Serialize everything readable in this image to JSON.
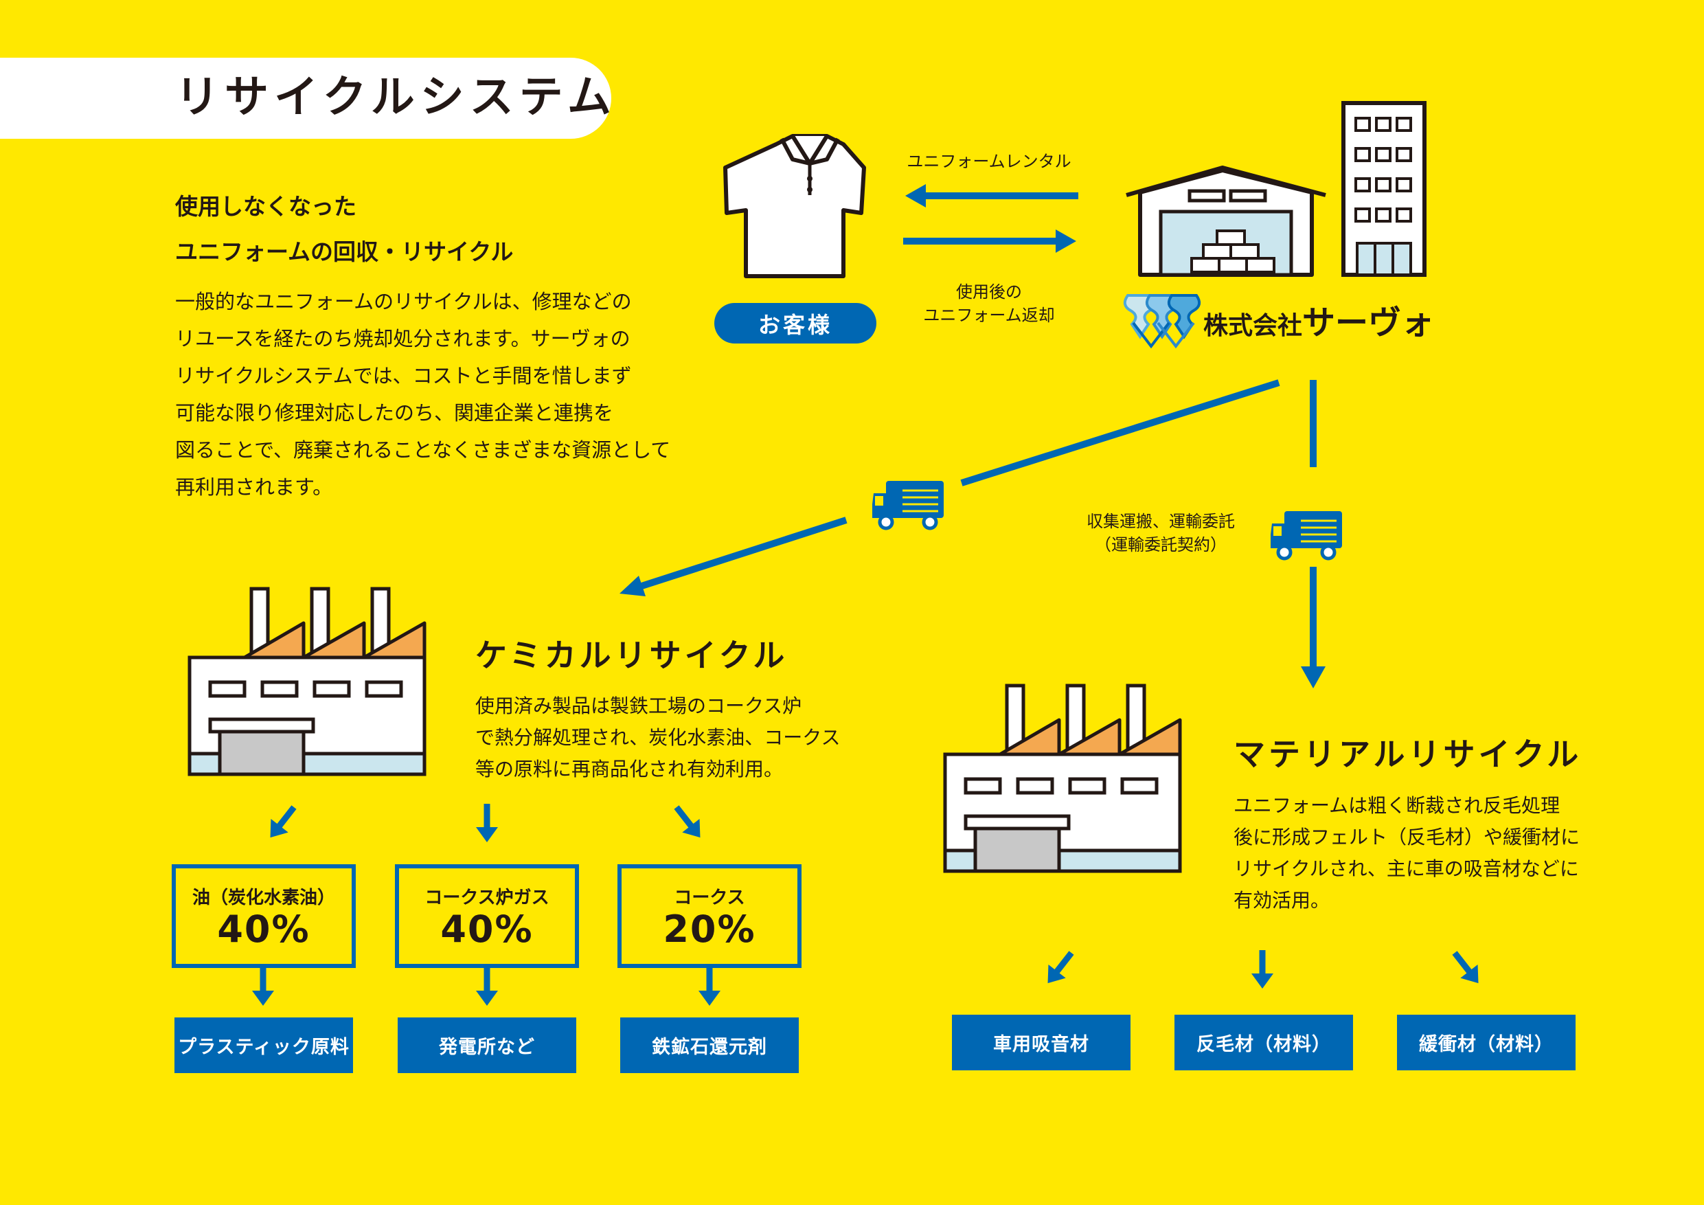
{
  "title": "リサイクルシステム",
  "lead": {
    "line1": "使用しなくなった",
    "line2": "ユニフォームの回収・リサイクル"
  },
  "body": [
    "一般的なユニフォームのリサイクルは、修理などの",
    "リユースを経たのち焼却処分されます。サーヴォの",
    "リサイクルシステムでは、コストと手間を惜しまず",
    "可能な限り修理対応したのち、関連企業と連携を",
    "図ることで、廃棄されることなくさまざまな資源として",
    "再利用されます。"
  ],
  "customer_label": "お客様",
  "flow": {
    "rental": "ユニフォームレンタル",
    "return_line1": "使用後の",
    "return_line2": "ユニフォーム返却",
    "transport_line1": "収集運搬、運輸委託",
    "transport_line2": "（運輸委託契約）"
  },
  "company": {
    "prefix": "株式会社",
    "name": "サーヴォ"
  },
  "chemical": {
    "title": "ケミカルリサイクル",
    "desc": [
      "使用済み製品は製鉄工場のコークス炉",
      "で熱分解処理され、炭化水素油、コークス",
      "等の原料に再商品化され有効利用。"
    ],
    "outputs": [
      {
        "label": "油（炭化水素油）",
        "value": "40%",
        "use": "プラスティック原料"
      },
      {
        "label": "コークス炉ガス",
        "value": "40%",
        "use": "発電所など"
      },
      {
        "label": "コークス",
        "value": "20%",
        "use": "鉄鉱石還元剤"
      }
    ]
  },
  "material": {
    "title": "マテリアルリサイクル",
    "desc": [
      "ユニフォームは粗く断裁され反毛処理",
      "後に形成フェルト（反毛材）や緩衝材に",
      "リサイクルされ、主に車の吸音材などに",
      "有効活用。"
    ],
    "uses": [
      "車用吸音材",
      "反毛材（材料）",
      "緩衝材（材料）"
    ]
  },
  "colors": {
    "background": "#FFE800",
    "accent_blue": "#0067B3",
    "roof_orange": "#F4A850",
    "glass_blue": "#CBE6EE"
  },
  "icons": [
    "polo-shirt-icon",
    "warehouse-icon",
    "office-building-icon",
    "company-logo-icon",
    "truck-icon",
    "factory-icon"
  ]
}
